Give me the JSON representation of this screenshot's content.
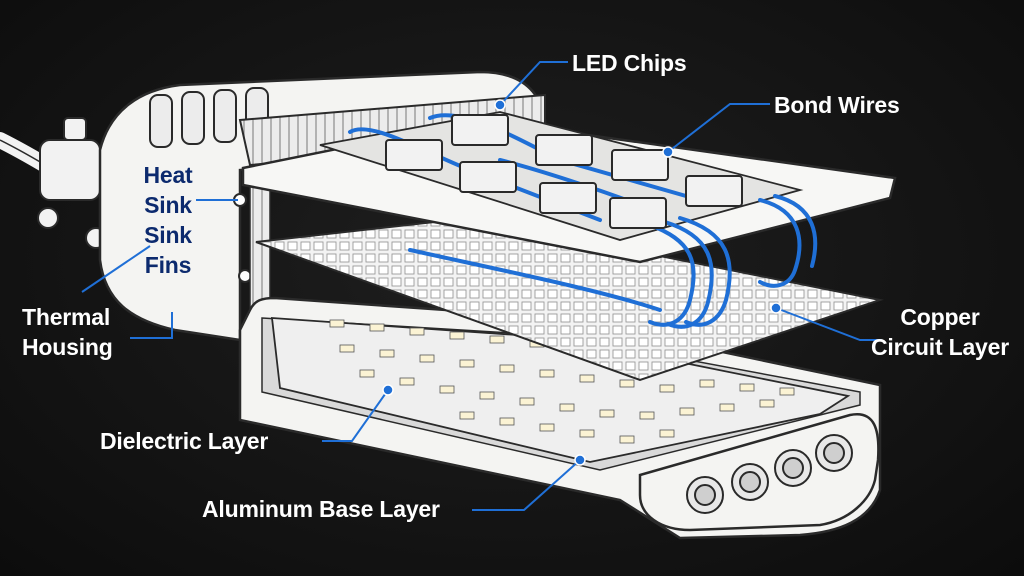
{
  "diagram": {
    "labels": {
      "led_chips": "LED Chips",
      "bond_wires": "Bond Wires",
      "heat_sink_fins": {
        "line1": "Heat",
        "line2": "Sink",
        "line3": "Sink",
        "line4": "Fins"
      },
      "thermal_housing": {
        "line1": "Thermal",
        "line2": "Housing"
      },
      "copper_circuit_layer": {
        "line1": "Copper",
        "line2": "Circuit Layer"
      },
      "dielectric_layer": "Dielectric Layer",
      "aluminum_base_layer": "Aluminum Base Layer"
    },
    "colors": {
      "background": "#141414",
      "outline": "#2a2a2a",
      "housing": "#f4f4f2",
      "wire": "#1f6fd6",
      "leader_line": "#1f6fd6",
      "label_light": "#ffffff",
      "label_dark": "#0c2a6e"
    }
  }
}
